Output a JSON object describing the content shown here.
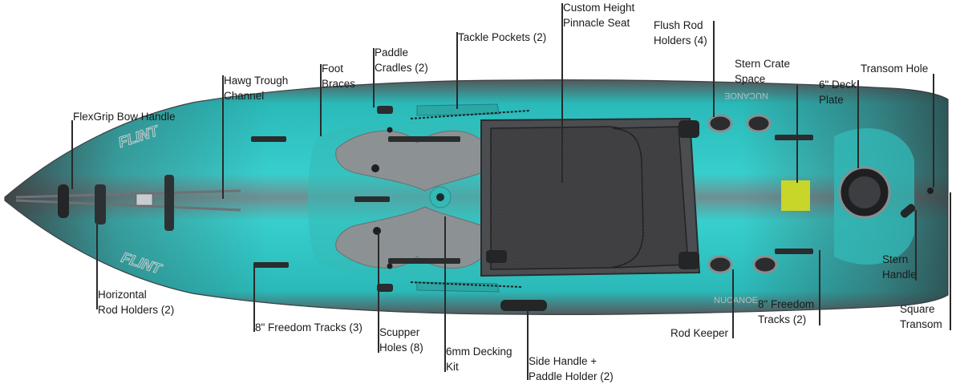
{
  "diagram": {
    "brand_marks": [
      "FLINT",
      "NUCANOE"
    ],
    "colors": {
      "hull_teal": "#2cc5c3",
      "hull_gray": "#5b6366",
      "deck_gray": "#8a8e90",
      "seat_mesh": "#3b3b3d",
      "sticker_yellow": "#c8d62a",
      "label_text": "#1a1a1a"
    },
    "labels": {
      "bow_handle": [
        "FlexGrip Bow Handle"
      ],
      "horizontal_rod_holders": [
        "Horizontal",
        "Rod Holders (2)"
      ],
      "hawg_trough": [
        "Hawg Trough",
        "Channel"
      ],
      "freedom_tracks_3": [
        "8\" Freedom Tracks (3)"
      ],
      "foot_braces": [
        "Foot",
        "Braces"
      ],
      "paddle_cradles": [
        "Paddle",
        "Cradles (2)"
      ],
      "scupper_holes": [
        "Scupper",
        "Holes (8)"
      ],
      "tackle_pockets": [
        "Tackle Pockets (2)"
      ],
      "decking_kit": [
        "6mm Decking",
        "Kit"
      ],
      "pinnacle_seat": [
        "Custom Height",
        "Pinnacle Seat"
      ],
      "side_handle": [
        "Side Handle +",
        "Paddle Holder (2)"
      ],
      "flush_rod_holders": [
        "Flush Rod",
        "Holders (4)"
      ],
      "rod_keeper": [
        "Rod Keeper"
      ],
      "stern_crate": [
        "Stern Crate",
        "Space"
      ],
      "freedom_tracks_2": [
        "8\" Freedom",
        "Tracks (2)"
      ],
      "deck_plate": [
        "6\" Deck",
        "Plate"
      ],
      "transom_hole": [
        "Transom Hole"
      ],
      "stern_handle": [
        "Stern",
        "Handle"
      ],
      "square_transom": [
        "Square",
        "Transom"
      ]
    }
  }
}
